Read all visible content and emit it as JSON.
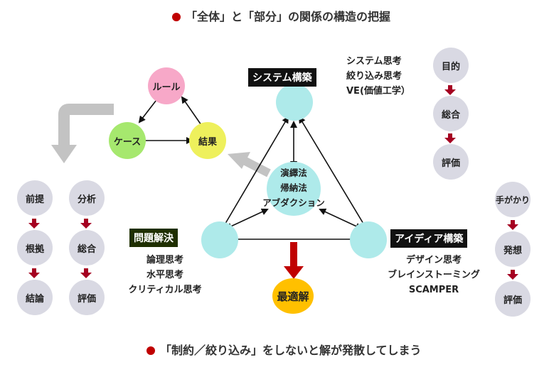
{
  "top_heading": "「全体」と「部分」の関係の構造の把握",
  "bottom_heading": "「制約／絞り込み」をしないと解が発散してしまう",
  "colors": {
    "bullet": "#c00000",
    "small_arrow": "#a50021",
    "big_arrow": "#c00000",
    "grey_arrow": "#c3c3c3"
  },
  "cycle": {
    "rule": "ルール",
    "case": "ケース",
    "result": "結果"
  },
  "left_column_1": [
    "前提",
    "根拠",
    "結論"
  ],
  "left_column_2": [
    "分析",
    "総合",
    "評価"
  ],
  "right_top_column": [
    "目的",
    "総合",
    "評価"
  ],
  "right_bottom_column": [
    "手がかり",
    "発想",
    "評価"
  ],
  "system": {
    "title": "システム構築",
    "methods": [
      "システム思考",
      "絞り込み思考",
      "VE(価値工学）"
    ]
  },
  "problem": {
    "title": "問題解決",
    "methods": [
      "論理思考",
      "水平思考",
      "クリティカル思考"
    ]
  },
  "idea": {
    "title": "アイディア構築",
    "methods": [
      "デザイン思考",
      "ブレインストーミング",
      "SCAMPER"
    ]
  },
  "center_methods": [
    "演繹法",
    "帰納法",
    "アブダクション"
  ],
  "optimal": "最適解"
}
